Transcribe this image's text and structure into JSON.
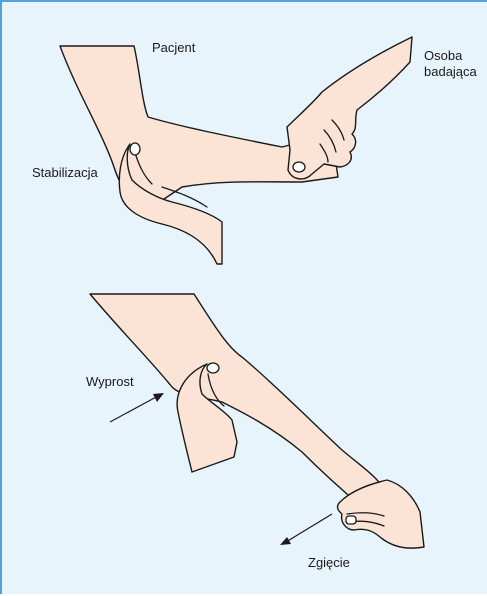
{
  "labels": {
    "patient": "Pacjent",
    "examiner_line1": "Osoba",
    "examiner_line2": "badająca",
    "stabilization": "Stabilizacja",
    "extension": "Wyprost",
    "flexion": "Zgięcie"
  },
  "colors": {
    "background": "#e8f4fb",
    "border": "#4fa3d8",
    "skin": "#fbe4d5",
    "outline": "#1a1a1a"
  }
}
